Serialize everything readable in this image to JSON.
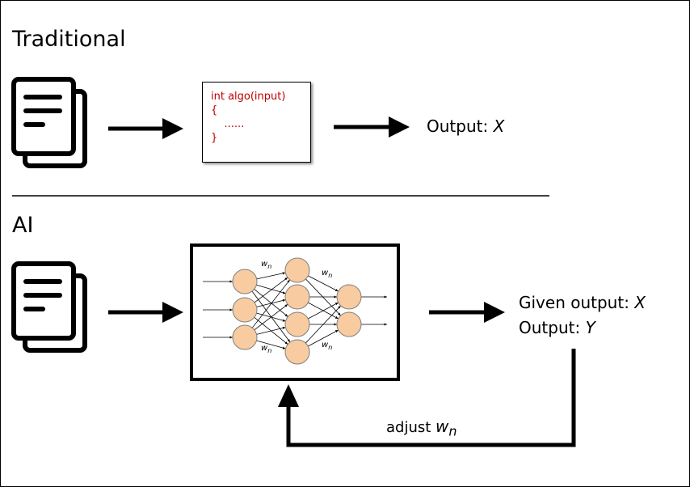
{
  "traditional": {
    "title": "Traditional",
    "code_lines": [
      "int algo(input)",
      "{",
      "    ......",
      "}"
    ],
    "output_label": "Output: ",
    "output_var": "X"
  },
  "ai": {
    "title": "AI",
    "weight_label": "w",
    "weight_subscript": "n",
    "given_output_label": "Given output: ",
    "given_output_var": "X",
    "output_label": "Output: ",
    "output_var": "Y",
    "feedback_label": "adjust ",
    "feedback_var": "w",
    "feedback_subscript": "n"
  },
  "colors": {
    "code_text": "#c00000",
    "neuron_fill": "#f8cba0",
    "neuron_stroke": "#7f7f7f",
    "stroke": "#000000"
  },
  "icons": {
    "document": "stacked-document-icon",
    "arrow": "right-arrow-icon"
  }
}
